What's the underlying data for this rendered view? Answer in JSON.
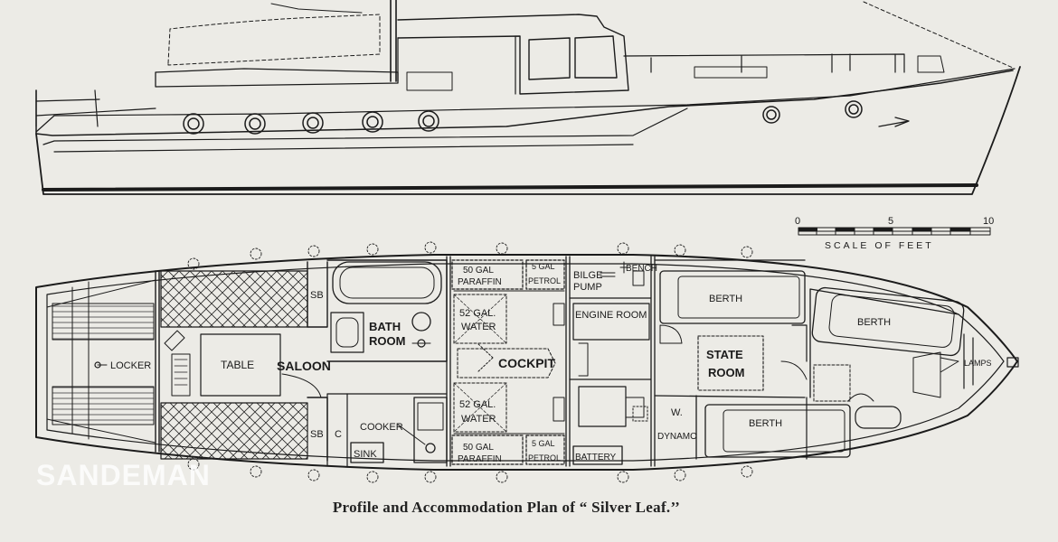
{
  "caption": "Profile and Accommodation Plan of “ Silver Leaf.’’",
  "watermark": "SANDEMAN",
  "scale": {
    "ticks": [
      "0",
      "5",
      "10"
    ],
    "title": "SCALE OF FEET"
  },
  "rooms": {
    "locker": "LOCKER",
    "table": "TABLE",
    "saloon": "SALOON",
    "sb_top": "SB",
    "sb_bottom": "SB",
    "c": "C",
    "bath": "BATH",
    "room": "ROOM",
    "cooker": "COOKER",
    "sink": "SINK",
    "paraffin_top_qty": "50 GAL",
    "paraffin_top": "PARAFFIN",
    "petrol_top_qty": "5 GAL",
    "petrol_top": "PETROL",
    "water_top_qty": "52 GAL.",
    "water_top": "WATER",
    "cockpit": "COCKPIT",
    "water_bottom_qty": "52 GAL.",
    "water_bottom": "WATER",
    "paraffin_bottom_qty": "50 GAL",
    "paraffin_bottom": "PARAFFIN",
    "petrol_bottom_qty": "5 GAL",
    "petrol_bottom": "PETROL",
    "bilge": "BILGE",
    "pump": "PUMP",
    "bench": "BENCH",
    "engine_room": "ENGINE ROOM",
    "battery": "BATTERY",
    "w": "W.",
    "dynamo": "DYNAMO",
    "state": "STATE",
    "state_room": "ROOM",
    "berth_1": "BERTH",
    "berth_2": "BERTH",
    "berth_3": "BERTH",
    "lamps": "LAMPS"
  },
  "colors": {
    "paper": "#ecebe6",
    "ink": "#1b1b1b"
  }
}
